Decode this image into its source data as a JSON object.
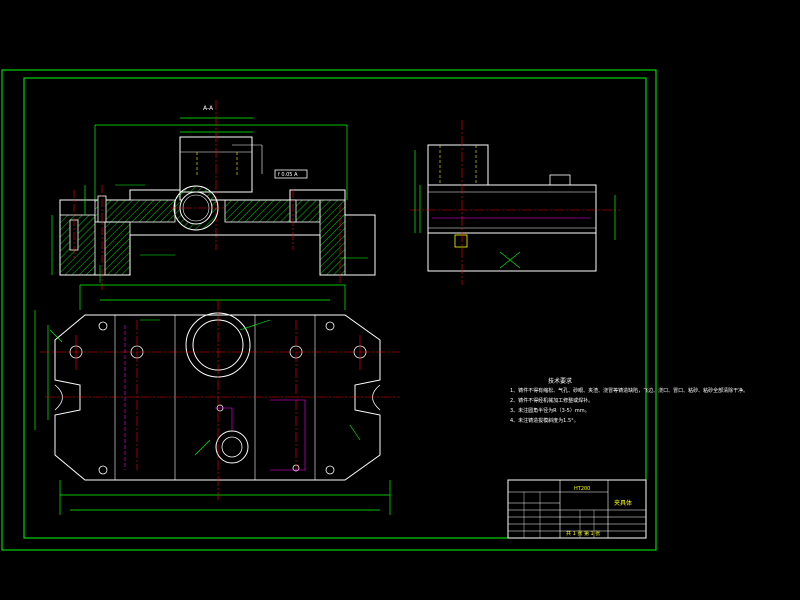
{
  "drawing": {
    "section_label": "A-A",
    "tolerance_frame": "f 0.05 A",
    "colors": {
      "frame": "#00ff00",
      "outline": "#ffffff",
      "center": "#ff0000",
      "hidden": "#ffff00",
      "hatch": "#00ff00",
      "dim": "#00ff00",
      "aux": "#ff00ff",
      "title_text": "#ffff00",
      "background": "#000000"
    }
  },
  "notes": {
    "title": "技术要求",
    "items": [
      "1、铸件不得有缩松、气孔、砂眼、夹渣、浇冒等铸造缺陷，飞边、浇口、冒口、粘砂、粘砂全部清除干净。",
      "2、铸件不得经机械加工修整或焊补。",
      "3、未注圆角半径为R（3-5）mm。",
      "4、未注铸造拔模斜度为1.5°。"
    ]
  },
  "title_block": {
    "material": "HT200",
    "part_name": "夹具体",
    "sheet_info": "共 1 张  第 1 张"
  }
}
